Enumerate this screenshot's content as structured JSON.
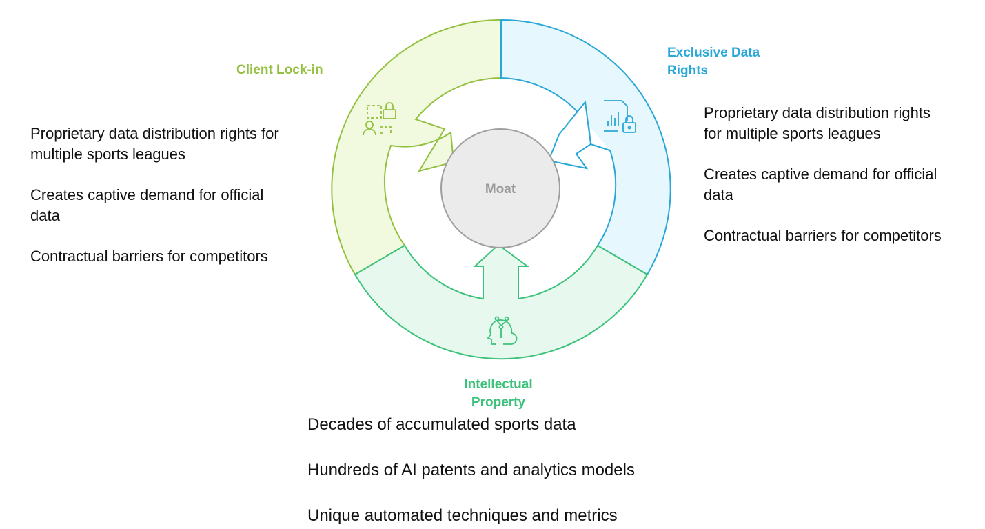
{
  "center": {
    "label": "Moat"
  },
  "segments": [
    {
      "id": "client-lock-in",
      "title_lines": [
        "Client Lock-in"
      ],
      "icon": "user-lock-icon",
      "color": "#93c13f",
      "fill": "#f1fadf",
      "bullets": [
        [
          "Proprietary data distribution rights for",
          "multiple sports leagues"
        ],
        [
          "Creates captive demand for official",
          "data"
        ],
        [
          "Contractual barriers for competitors"
        ]
      ]
    },
    {
      "id": "exclusive-data-rights",
      "title_lines": [
        "Exclusive Data",
        "Rights"
      ],
      "icon": "document-chart-lock-icon",
      "color": "#29a8d8",
      "fill": "#e6f7fd",
      "bullets": [
        [
          "Proprietary data distribution rights",
          "for multiple sports leagues"
        ],
        [
          "Creates captive demand for official",
          "data"
        ],
        [
          "Contractual barriers for competitors"
        ]
      ]
    },
    {
      "id": "intellectual-property",
      "title_lines": [
        "Intellectual",
        "Property"
      ],
      "icon": "ai-brain-head-icon",
      "color": "#3cc27a",
      "fill": "#e7f8ee",
      "bullets": [
        [
          "Decades of accumulated sports data"
        ],
        [
          "Hundreds of AI patents and analytics models"
        ],
        [
          "Unique automated techniques and metrics"
        ]
      ]
    }
  ]
}
